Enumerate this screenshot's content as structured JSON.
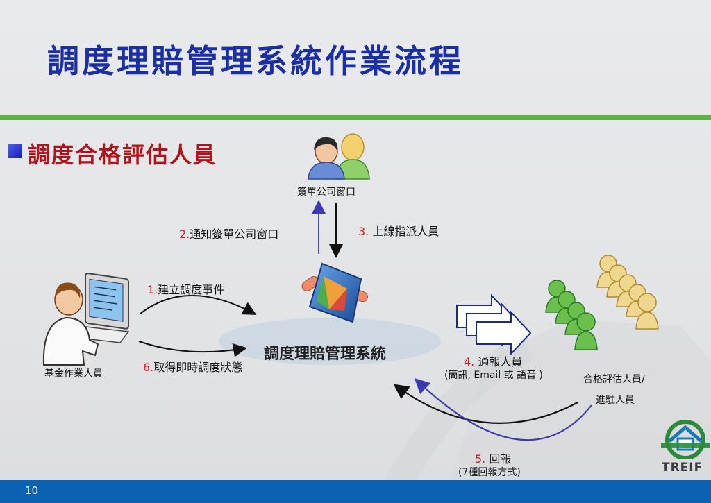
{
  "slide": {
    "title": "調度理賠管理系統作業流程",
    "subtitle": "調度合格評估人員",
    "page_number": "10"
  },
  "nodes": {
    "top_actor": "簽單公司窗口",
    "left_actor": "基金作業人員",
    "center_system": "調度理賠管理系統",
    "right_actor_line1": "合格評估人員/",
    "right_actor_line2": "進駐人員"
  },
  "steps": [
    {
      "num": "1.",
      "text": "建立調度事件"
    },
    {
      "num": "2.",
      "text": "通知簽單公司窗口"
    },
    {
      "num": "3. ",
      "text": "上線指派人員"
    },
    {
      "num": "4. ",
      "text": "通報人員",
      "detail": "(簡訊, Email 或 語音 )"
    },
    {
      "num": "5. ",
      "text": "回報",
      "detail": "(7種回報方式)"
    },
    {
      "num": "6.",
      "text": "取得即時調度狀態"
    }
  ],
  "logo": {
    "text": "TREIF"
  },
  "colors": {
    "title": "#1a2fa5",
    "subtitle": "#b0131c",
    "rule": "#5cb444",
    "footer": "#0b62b2",
    "step_number": "#e01a1a"
  }
}
